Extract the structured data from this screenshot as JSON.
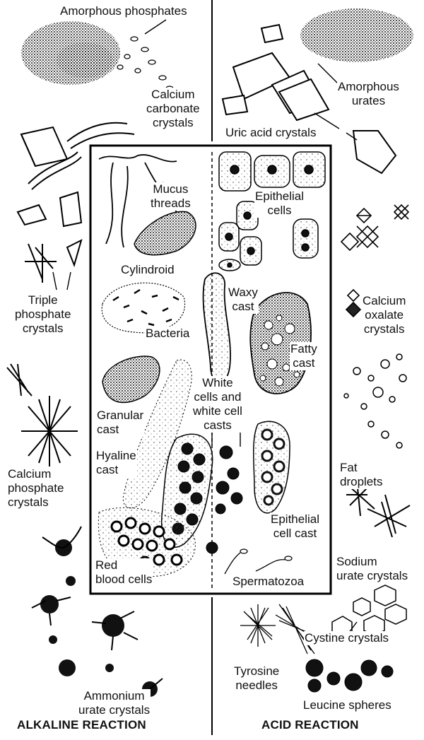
{
  "title_left": "ALKALINE REACTION",
  "title_right": "ACID REACTION",
  "labels": {
    "amorphous_phosphates": "Amorphous phosphates",
    "calcium_carbonate": "Calcium\ncarbonate\ncrystals",
    "amorphous_urates": "Amorphous\nurates",
    "uric_acid": "Uric acid crystals",
    "mucus": "Mucus\nthreads",
    "epithelial_cells": "Epithelial\ncells",
    "cylindroid": "Cylindroid",
    "triple_phosphate": "Triple\nphosphate\ncrystals",
    "waxy_cast": "Waxy\ncast",
    "calcium_oxalate": "Calcium\noxalate\ncrystals",
    "bacteria": "Bacteria",
    "fatty_cast": "Fatty\ncast",
    "white_cells": "White\ncells and\nwhite cell\ncasts",
    "granular_cast": "Granular\ncast",
    "hyaline_cast": "Hyaline\ncast",
    "calcium_phosphate": "Calcium\nphosphate\ncrystals",
    "fat_droplets": "Fat\ndroplets",
    "epithelial_cell_cast": "Epithelial\ncell cast",
    "sodium_urate": "Sodium\nurate crystals",
    "red_blood_cells": "Red\nblood cells",
    "spermatozoa": "Spermatozoa",
    "cystine": "Cystine crystals",
    "tyrosine": "Tyrosine\nneedles",
    "ammonium_urate": "Ammonium\nurate crystals",
    "leucine": "Leucine spheres"
  }
}
